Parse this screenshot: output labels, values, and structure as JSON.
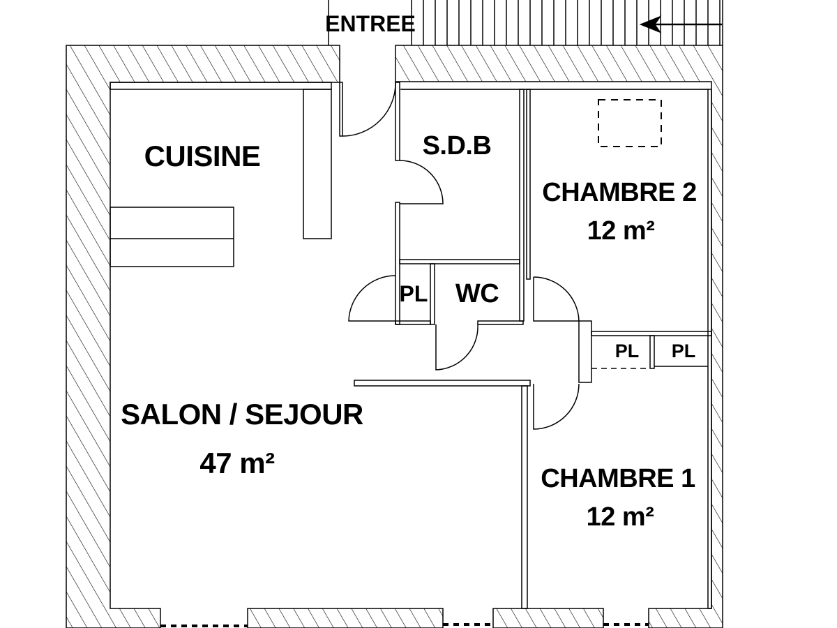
{
  "rooms": {
    "entree": "ENTREE",
    "cuisine": "CUISINE",
    "sdb": "S.D.B",
    "chambre2": {
      "name": "CHAMBRE 2",
      "area": "12 m²"
    },
    "pl_left": "PL",
    "wc": "WC",
    "pl_bed_a": "PL",
    "pl_bed_b": "PL",
    "salon": {
      "name": "SALON / SEJOUR",
      "area": "47 m²"
    },
    "chambre1": {
      "name": "CHAMBRE 1",
      "area": "12 m²"
    }
  },
  "icons": {
    "entry_arrow": "arrow-left-icon"
  },
  "colors": {
    "line": "#000000",
    "background": "#ffffff"
  }
}
